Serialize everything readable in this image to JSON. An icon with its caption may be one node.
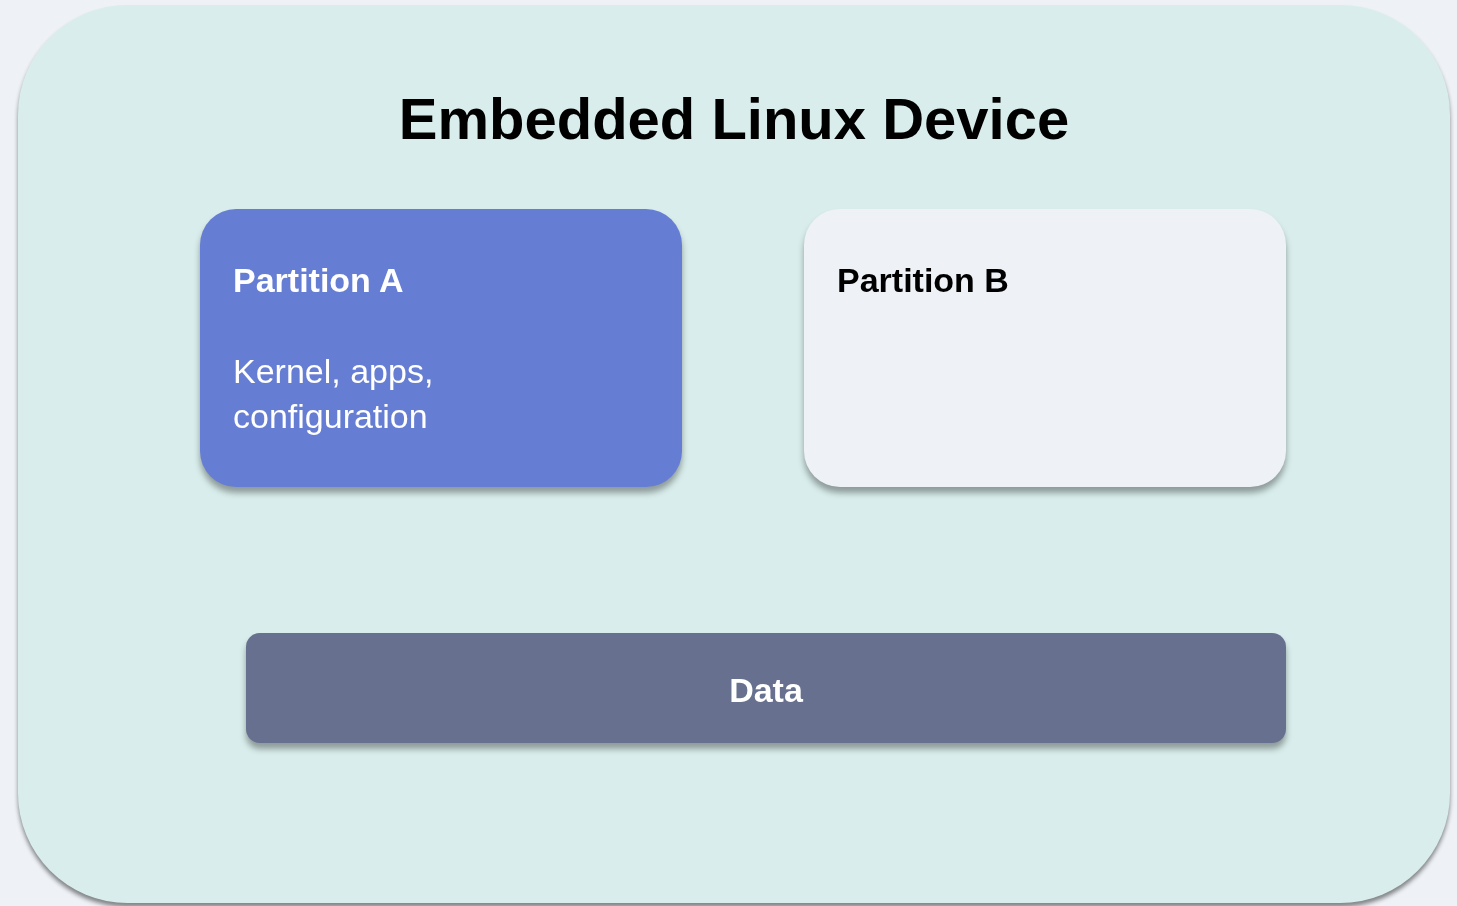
{
  "diagram": {
    "nodes": [
      {
        "text": [
          "Embedded Linux Device"
        ]
      },
      {
        "text": [
          "Partition A",
          "Kernel, apps, configuration"
        ],
        "in": 0
      },
      {
        "text": [
          "Partition B"
        ],
        "in": 0
      },
      {
        "text": [
          "Data"
        ],
        "in": 0
      }
    ]
  }
}
